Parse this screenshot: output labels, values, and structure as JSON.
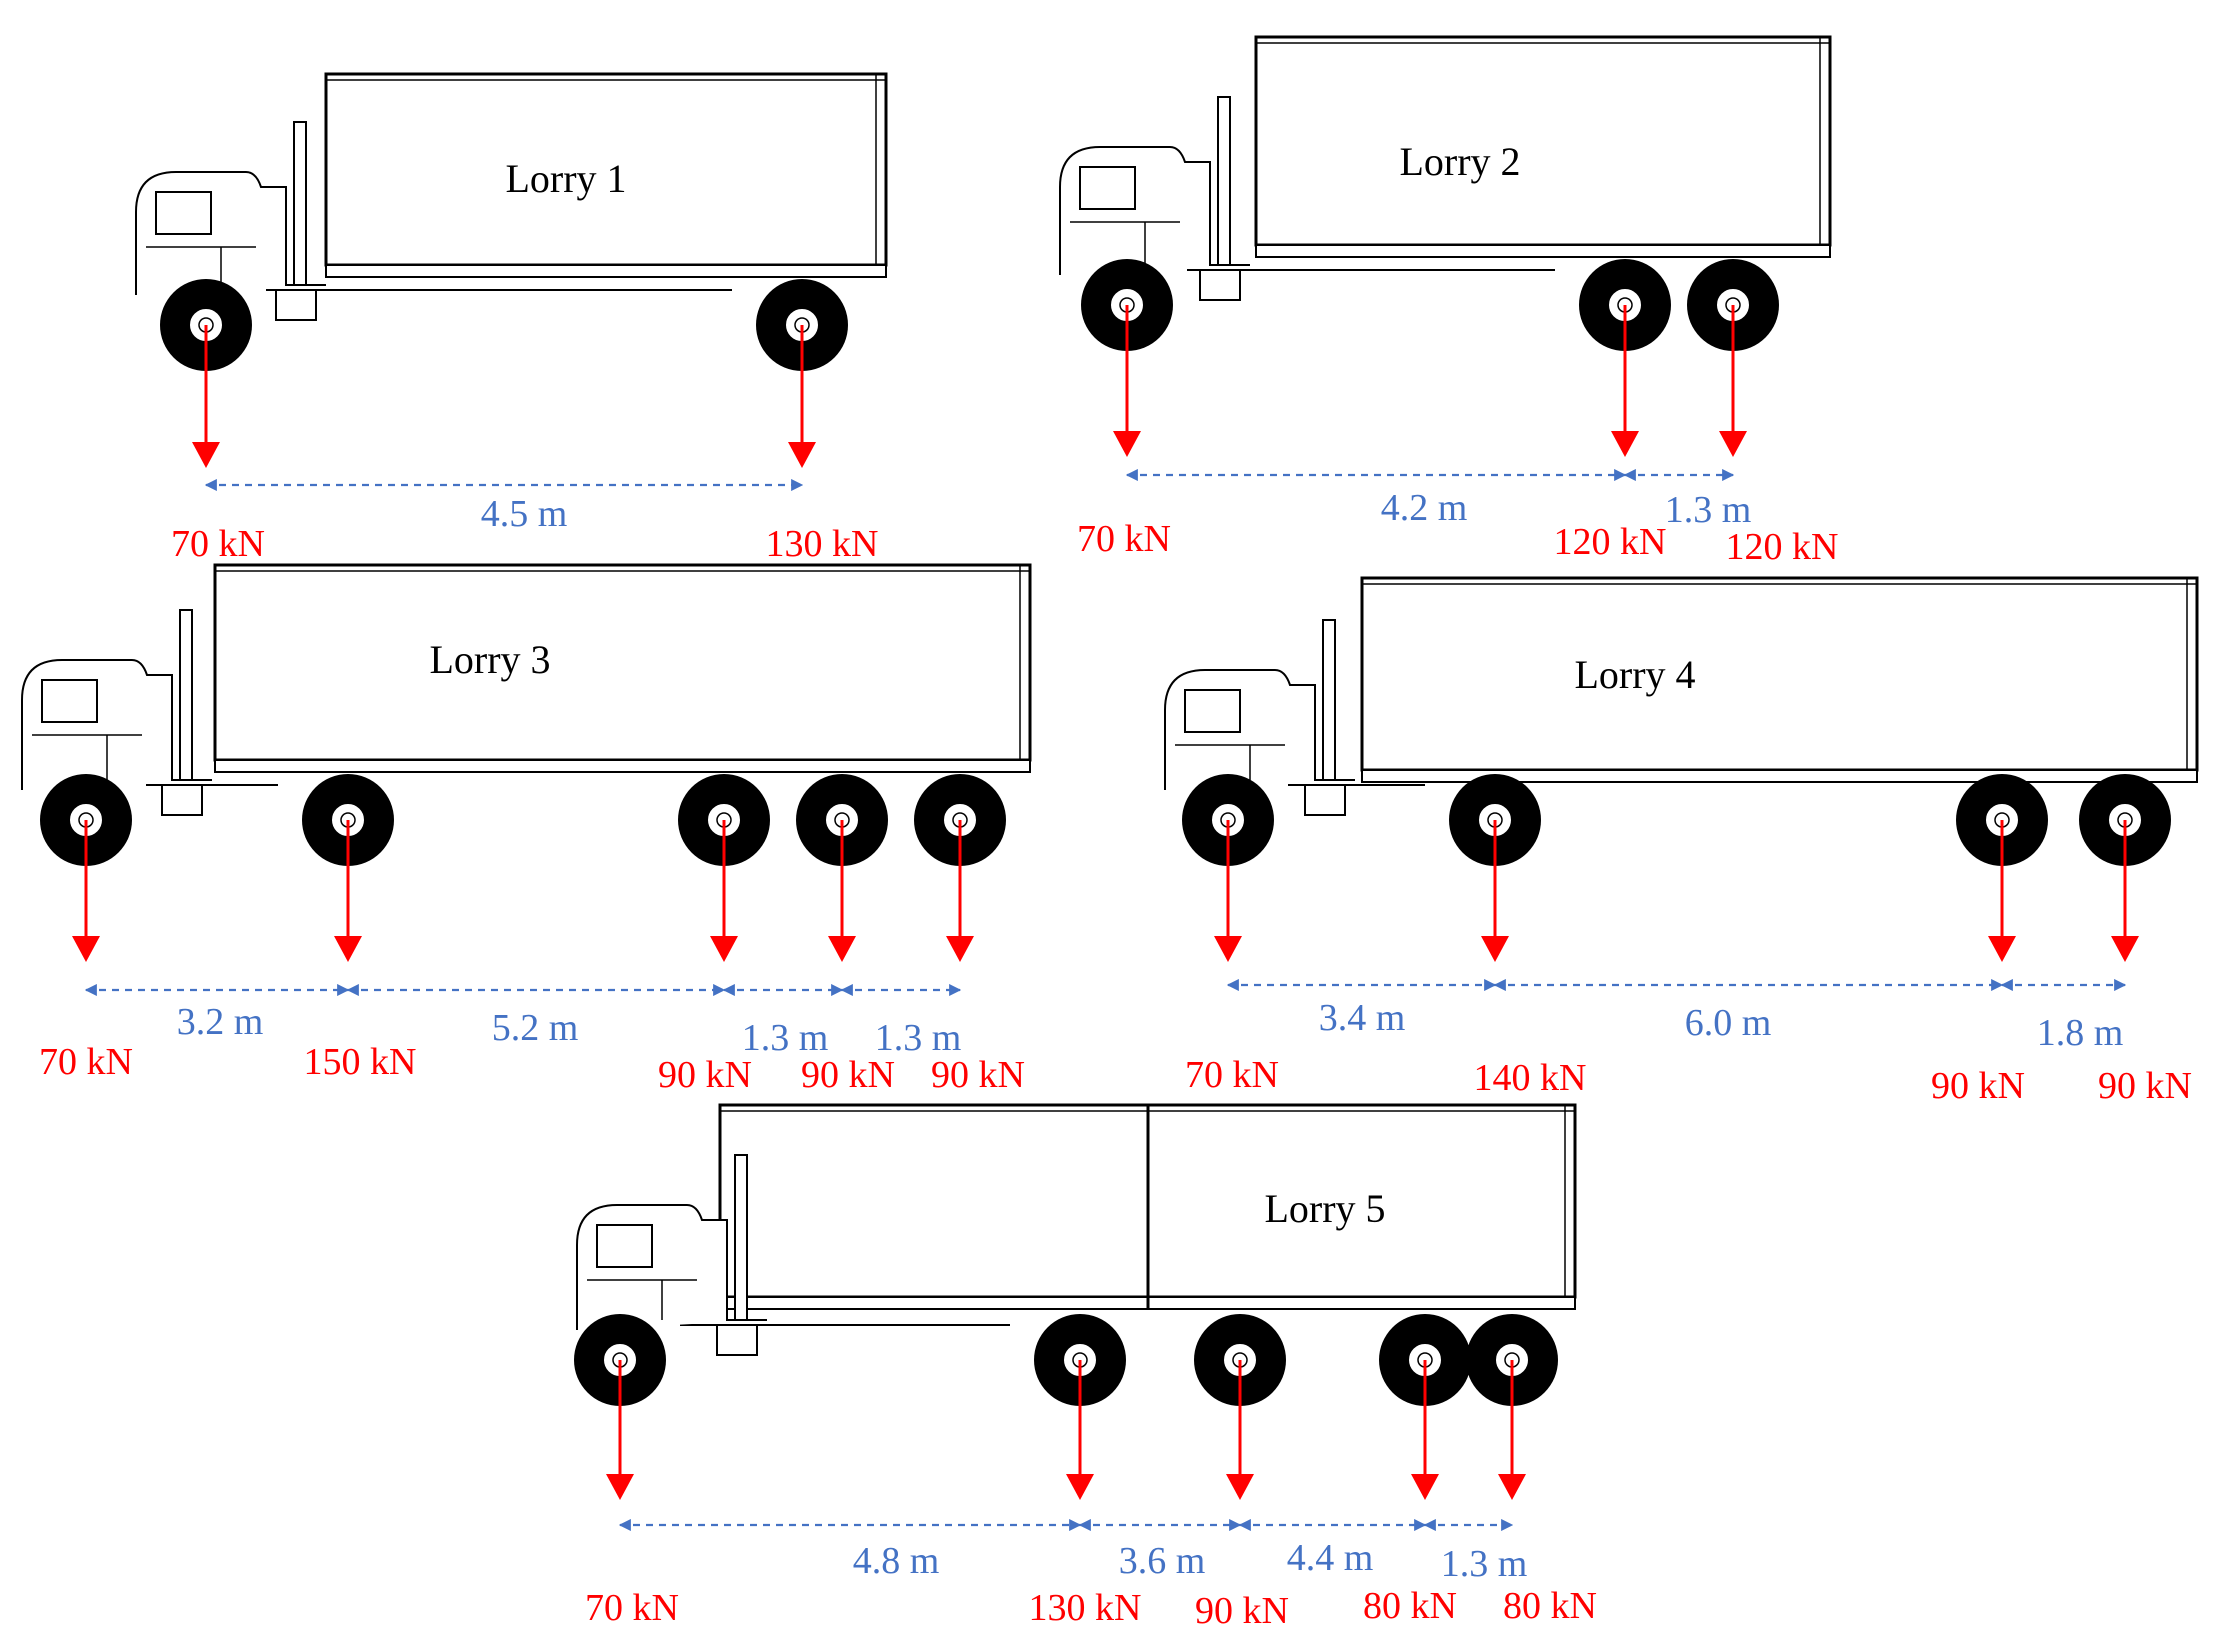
{
  "colors": {
    "load": "#ff0000",
    "dimension": "#4472c4",
    "outline": "#000000",
    "wheel": "#000000"
  },
  "lorries": [
    {
      "name": "Lorry 1",
      "loads": [
        "70 kN",
        "130 kN"
      ],
      "spacings": [
        "4.5 m"
      ]
    },
    {
      "name": "Lorry 2",
      "loads": [
        "70 kN",
        "120 kN",
        "120 kN"
      ],
      "spacings": [
        "4.2 m",
        "1.3  m"
      ]
    },
    {
      "name": "Lorry 3",
      "loads": [
        "70 kN",
        "150 kN",
        "90 kN",
        "90 kN",
        "90 kN"
      ],
      "spacings": [
        "3.2 m",
        "5.2 m",
        "1.3 m",
        "1.3 m"
      ]
    },
    {
      "name": "Lorry 4",
      "loads": [
        "70 kN",
        "140 kN",
        "90 kN",
        "90 kN"
      ],
      "spacings": [
        "3.4 m",
        "6.0 m",
        "1.8 m"
      ]
    },
    {
      "name": "Lorry 5",
      "loads": [
        "70 kN",
        "130 kN",
        "90 kN",
        "80 kN",
        "80 kN"
      ],
      "spacings": [
        "4.8 m",
        "3.6 m",
        "4.4 m",
        "1.3 m"
      ]
    }
  ]
}
